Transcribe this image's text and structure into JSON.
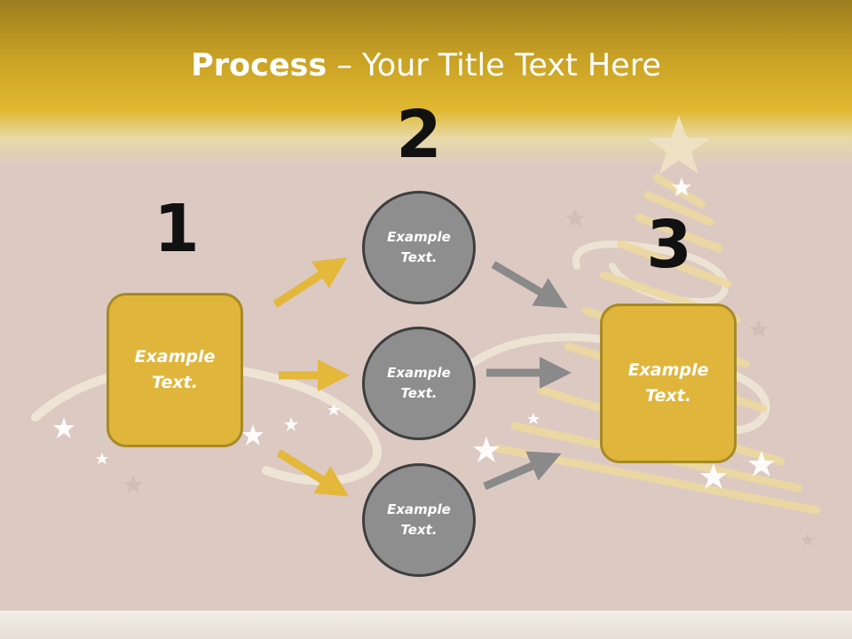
{
  "title": {
    "bold": "Process",
    "rest": " – Your Title Text Here"
  },
  "steps": {
    "n1": "1",
    "n2": "2",
    "n3": "3"
  },
  "box1": "Example\nText.",
  "circles": [
    "Example\nText.",
    "Example\nText.",
    "Example\nText."
  ],
  "box3": "Example\nText.",
  "colors": {
    "gold": "#e0b53c",
    "gray": "#8e8e8e",
    "arrow_gold": "#e3b83b",
    "arrow_gray": "#8a8a8a"
  }
}
